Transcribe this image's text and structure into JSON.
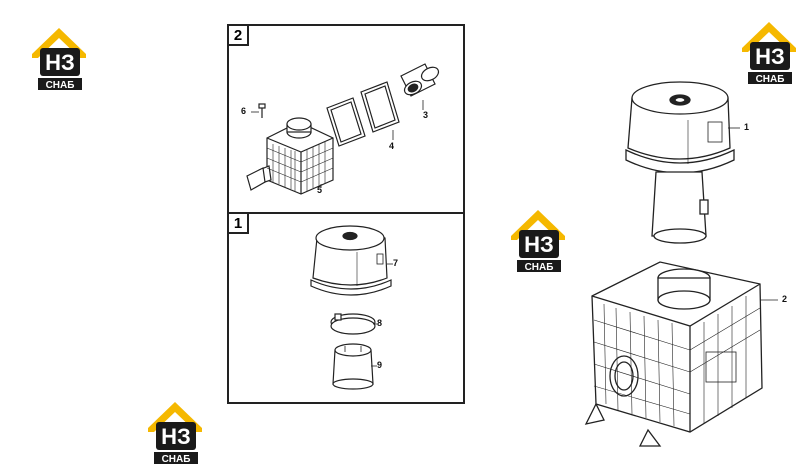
{
  "logo": {
    "letters": "НЗ",
    "caption": "СНАБ",
    "colors": {
      "roof": "#f5b800",
      "dark": "#1a1a1a",
      "text": "#ffffff"
    }
  },
  "panels": [
    {
      "number": "2",
      "callouts": [
        "3",
        "4",
        "5",
        "6"
      ]
    },
    {
      "number": "1",
      "callouts": [
        "7",
        "8",
        "9"
      ]
    }
  ],
  "assembly": {
    "callouts": [
      "1",
      "2"
    ]
  }
}
